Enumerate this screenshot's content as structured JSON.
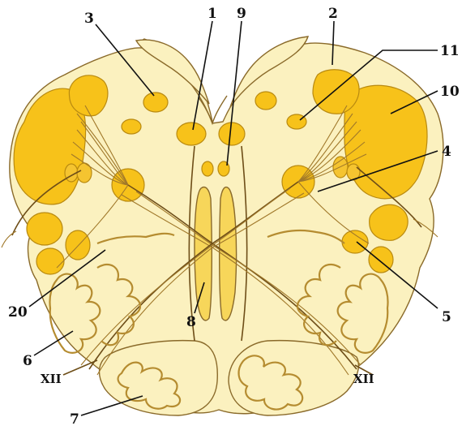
{
  "figure": {
    "labels": {
      "n1": "1",
      "n2": "2",
      "n3": "3",
      "n4": "4",
      "n5": "5",
      "n6": "6",
      "n7": "7",
      "n8": "8",
      "n9": "9",
      "n10": "10",
      "n11": "11",
      "n20": "20",
      "xii_left": "XII",
      "xii_right": "XII"
    },
    "colors": {
      "tissue": "#fbf1bf",
      "nucleus": "#f7c21a",
      "outline": "#8a6a2a",
      "olive": "#b58c30"
    }
  }
}
